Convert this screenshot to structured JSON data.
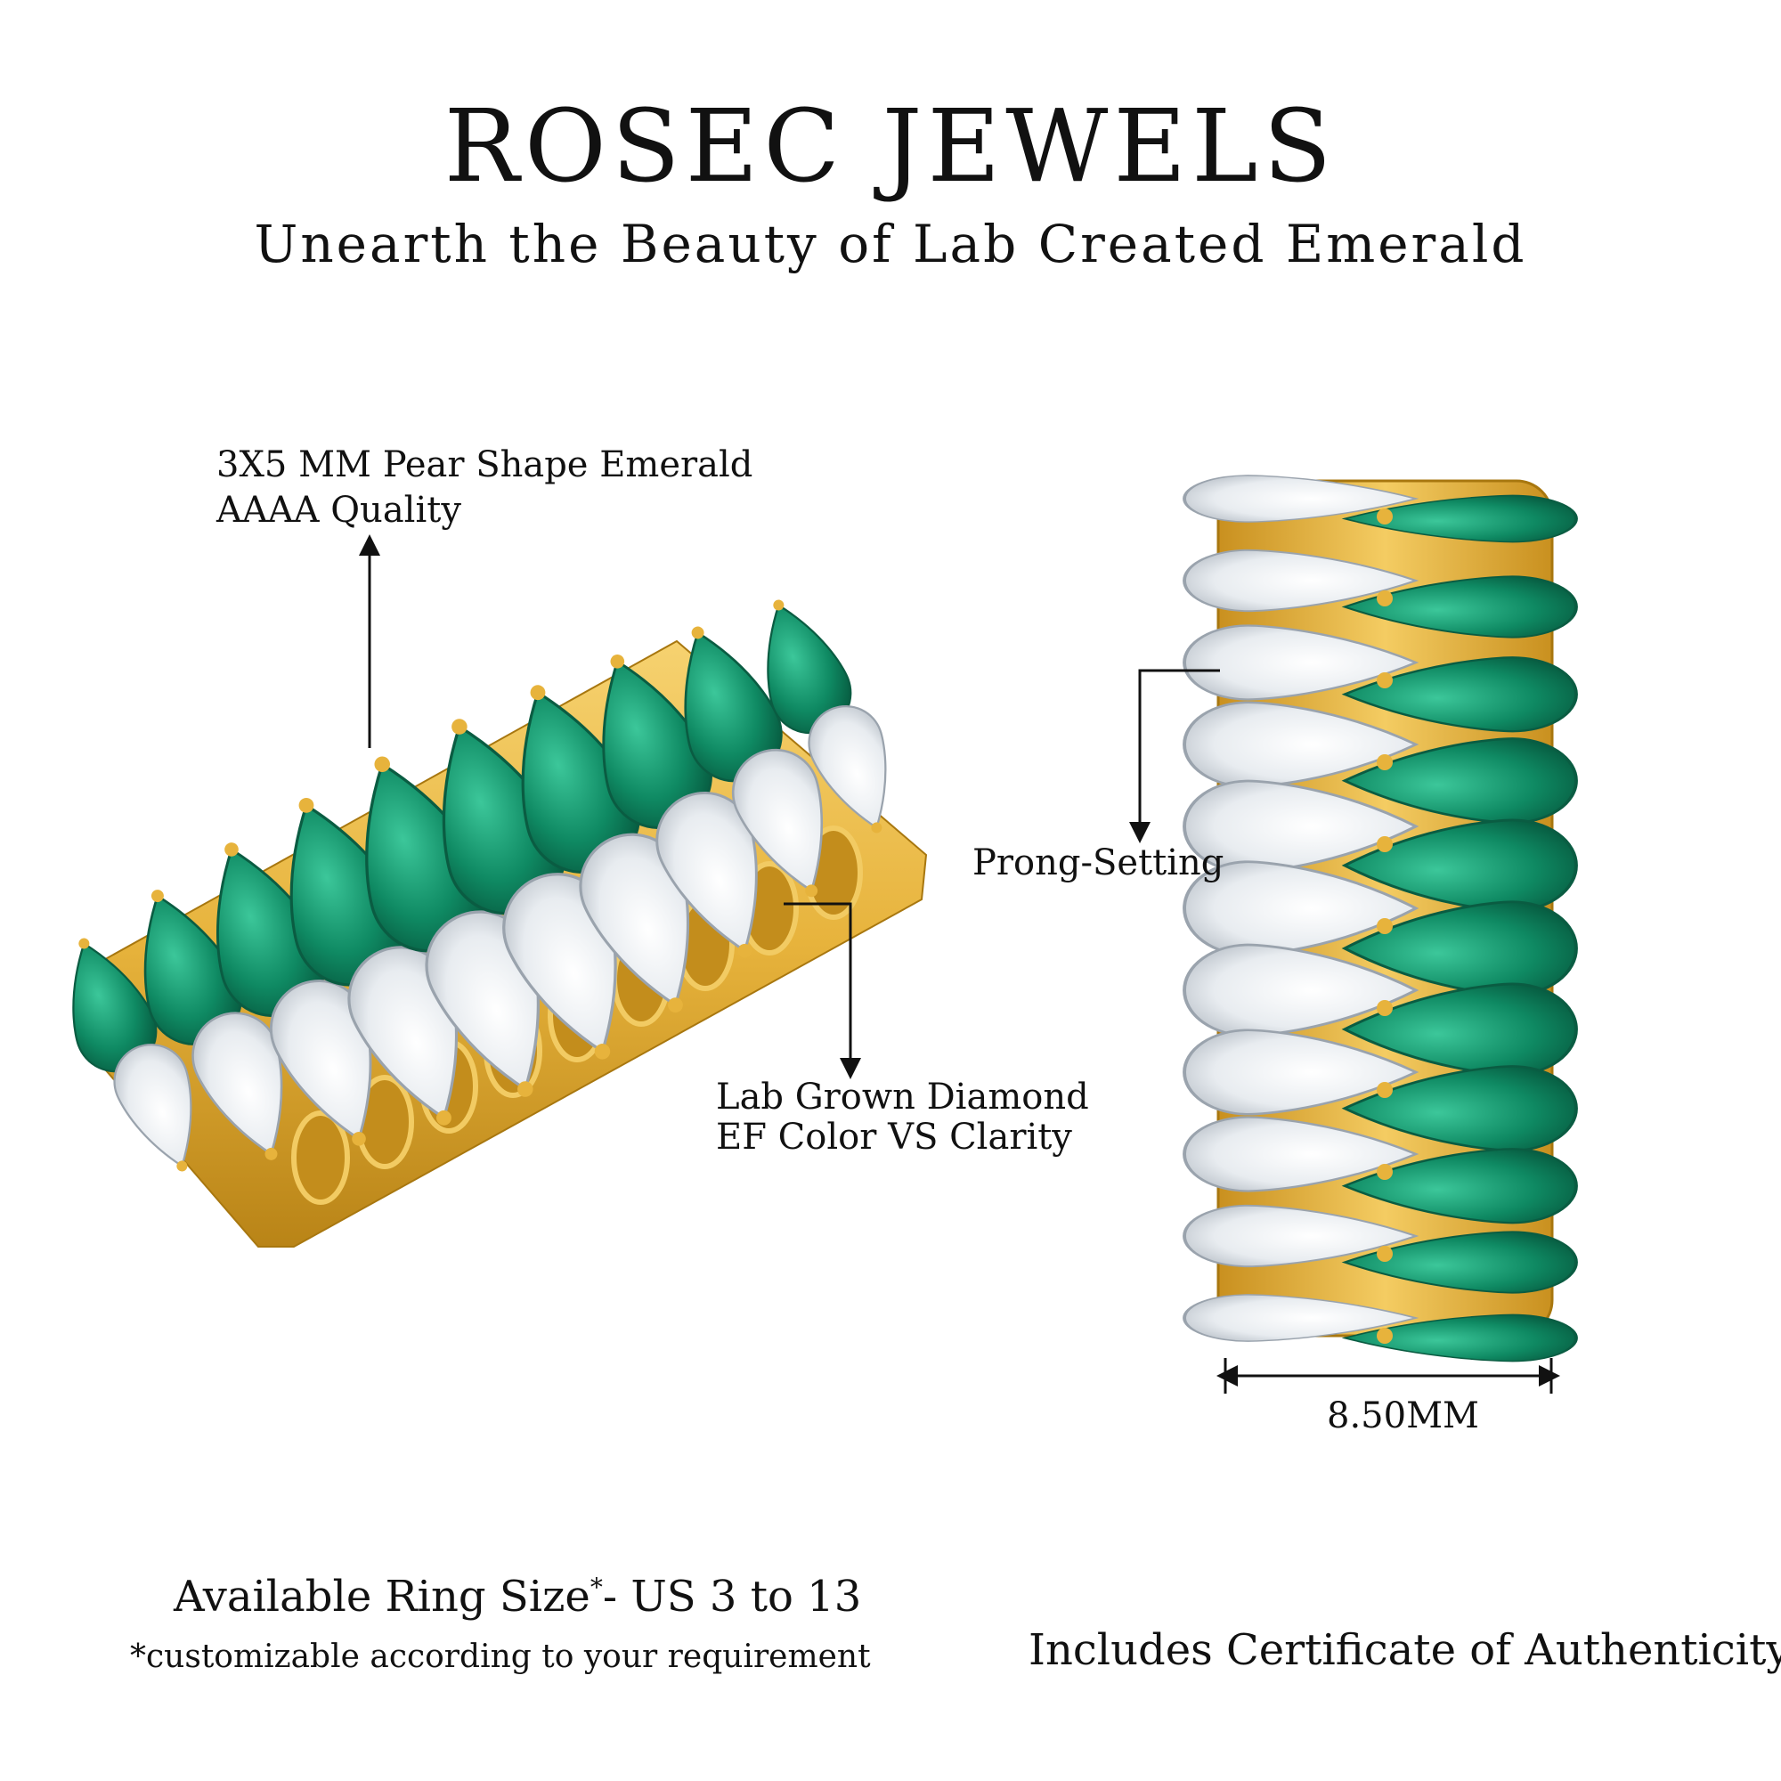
{
  "header": {
    "brand": "ROSEC JEWELS",
    "tagline": "Unearth the Beauty of Lab Created Emerald"
  },
  "callouts": {
    "emerald_line1": "3X5 MM Pear Shape Emerald",
    "emerald_line2": "AAAA Quality",
    "diamond_line1": "Lab Grown Diamond",
    "diamond_line2": "EF Color VS Clarity",
    "prong": "Prong-Setting",
    "width": "8.50MM"
  },
  "footer": {
    "ring_size_prefix": "Available Ring Size",
    "ring_size_mark": "*",
    "ring_size_suffix": "- US 3 to 13",
    "custom_note": "*customizable according to your requirement",
    "certificate": "Includes Certificate of Authenticity"
  },
  "colors": {
    "emerald": "#0f8a63",
    "emerald_light": "#22b287",
    "gold": "#e7b33c",
    "gold_dark": "#b98417",
    "diamond": "#eef1f4",
    "diamond_shade": "#c9cfd6",
    "text": "#111111"
  },
  "icons": {
    "arrow": "arrow-icon"
  }
}
